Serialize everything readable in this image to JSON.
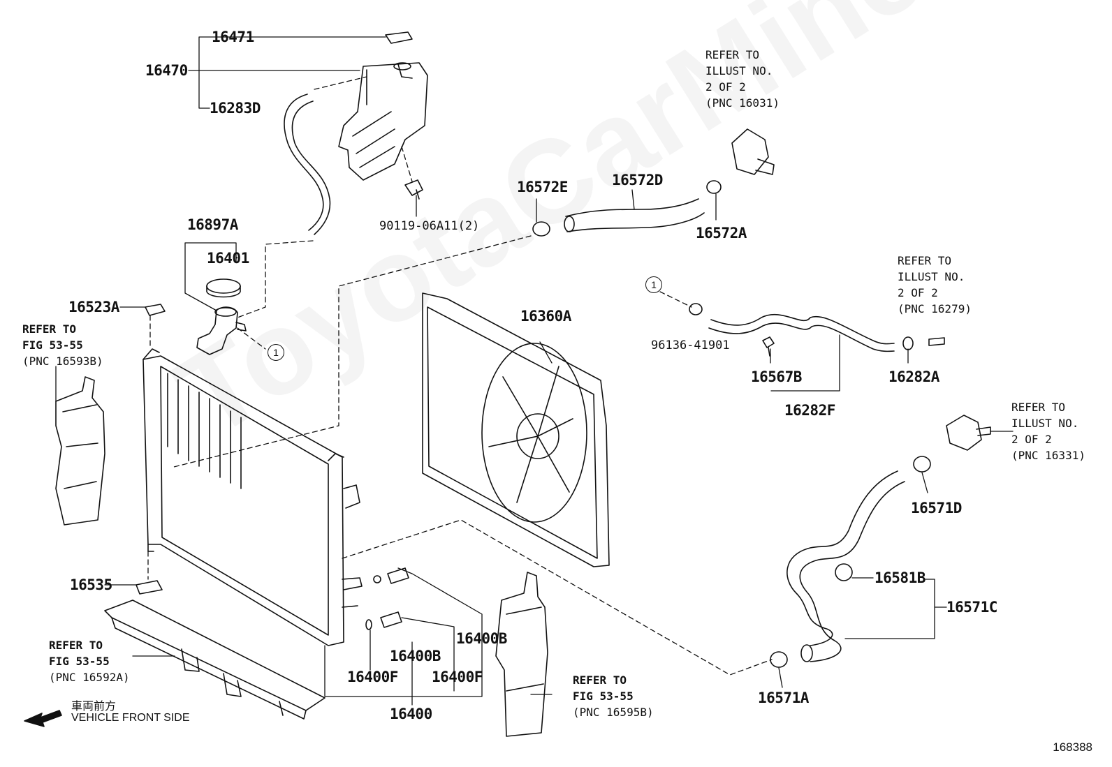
{
  "watermark": "ToyotaCarMine.ru",
  "figure_number": "168388",
  "direction": {
    "jp": "車両前方",
    "en": "VEHICLE FRONT SIDE"
  },
  "callout_symbol": "1",
  "part_numbers": {
    "p16471": "16471",
    "p16470": "16470",
    "p16283D": "16283D",
    "p90119": "90119-06A11(2)",
    "p16897A": "16897A",
    "p16401": "16401",
    "p16523A": "16523A",
    "p16572E": "16572E",
    "p16572D": "16572D",
    "p16572A": "16572A",
    "p16360A": "16360A",
    "p96136": "96136-41901",
    "p16567B": "16567B",
    "p16282F": "16282F",
    "p16282A": "16282A",
    "p16571D": "16571D",
    "p16581B": "16581B",
    "p16571C": "16571C",
    "p16571A": "16571A",
    "p16535": "16535",
    "p16400B": "16400B",
    "p16400B_2": "16400B",
    "p16400F": "16400F",
    "p16400F_2": "16400F",
    "p16400": "16400"
  },
  "references": {
    "ref_16031": {
      "l1": "REFER TO",
      "l2": "ILLUST NO.",
      "l3": "2 OF 2",
      "l4": "(PNC 16031)"
    },
    "ref_16279": {
      "l1": "REFER TO",
      "l2": "ILLUST NO.",
      "l3": "2 OF 2",
      "l4": "(PNC 16279)"
    },
    "ref_16331": {
      "l1": "REFER TO",
      "l2": "ILLUST NO.",
      "l3": "2 OF 2",
      "l4": "(PNC 16331)"
    },
    "ref_16593B": {
      "l1": "REFER TO",
      "l2": "FIG 53-55",
      "l3": "(PNC 16593B)"
    },
    "ref_16592A": {
      "l1": "REFER TO",
      "l2": "FIG 53-55",
      "l3": "(PNC 16592A)"
    },
    "ref_16595B": {
      "l1": "REFER TO",
      "l2": "FIG 53-55",
      "l3": "(PNC 16595B)"
    }
  }
}
